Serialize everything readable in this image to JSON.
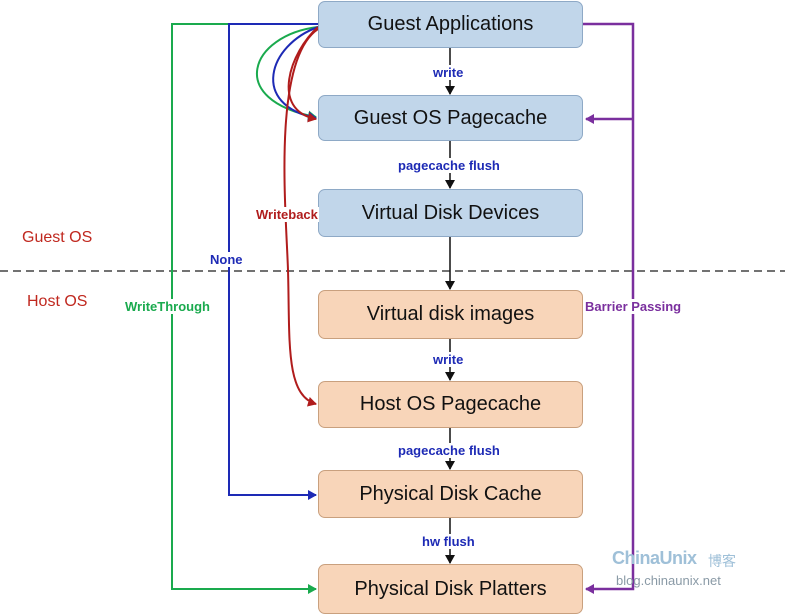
{
  "boxes": {
    "guest_applications": "Guest Applications",
    "guest_os_pagecache": "Guest OS Pagecache",
    "virtual_disk_devices": "Virtual Disk Devices",
    "virtual_disk_images": "Virtual disk images",
    "host_os_pagecache": "Host OS Pagecache",
    "physical_disk_cache": "Physical Disk Cache",
    "physical_disk_platters": "Physical Disk Platters"
  },
  "edge_labels": {
    "write_1": "write",
    "pagecache_flush_1": "pagecache flush",
    "write_2": "write",
    "pagecache_flush_2": "pagecache flush",
    "hw_flush": "hw flush"
  },
  "modes": {
    "writeback": "Writeback",
    "none": "None",
    "writethrough": "WriteThrough",
    "barrier_passing": "Barrier Passing"
  },
  "regions": {
    "guest": "Guest OS",
    "host": "Host OS"
  },
  "watermark": {
    "brand_a": "ChinaUnix",
    "brand_b": "博客",
    "url": "blog.chinaunix.net"
  },
  "colors": {
    "guest_fill": "#c1d6ea",
    "host_fill": "#f8d5b9",
    "writeback": "#b01c1c",
    "none": "#1d2ab5",
    "writethrough": "#1aaa4e",
    "barrier": "#7a2f9e"
  }
}
